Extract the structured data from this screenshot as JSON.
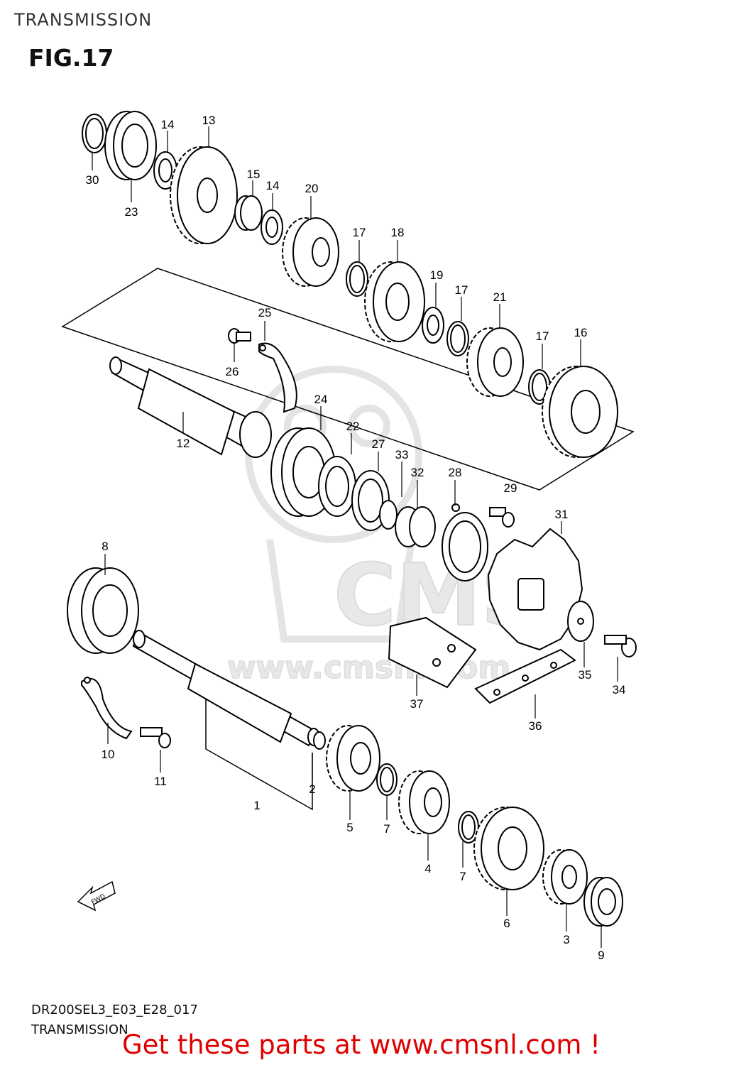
{
  "header": {
    "title": "TRANSMISSION"
  },
  "figure": {
    "label": "FIG.17"
  },
  "watermark": {
    "brand": "CMS",
    "url": "www.cmsnl.com"
  },
  "fwd_arrow": {
    "label": "FWD"
  },
  "callouts": [
    "30",
    "23",
    "14",
    "13",
    "15",
    "14",
    "20",
    "17",
    "18",
    "19",
    "17",
    "21",
    "17",
    "16",
    "25",
    "26",
    "12",
    "24",
    "22",
    "27",
    "33",
    "32",
    "28",
    "29",
    "31",
    "35",
    "34",
    "8",
    "37",
    "36",
    "10",
    "11",
    "1",
    "2",
    "5",
    "7",
    "4",
    "7",
    "6",
    "3",
    "9"
  ],
  "footer": {
    "code": "DR200SEL3_E03_E28_017",
    "title": "TRANSMISSION",
    "cta": "Get these parts at www.cmsnl.com !"
  },
  "colors": {
    "cta": "#e00000",
    "line": "#000000",
    "watermark": "#e6e6e6"
  }
}
